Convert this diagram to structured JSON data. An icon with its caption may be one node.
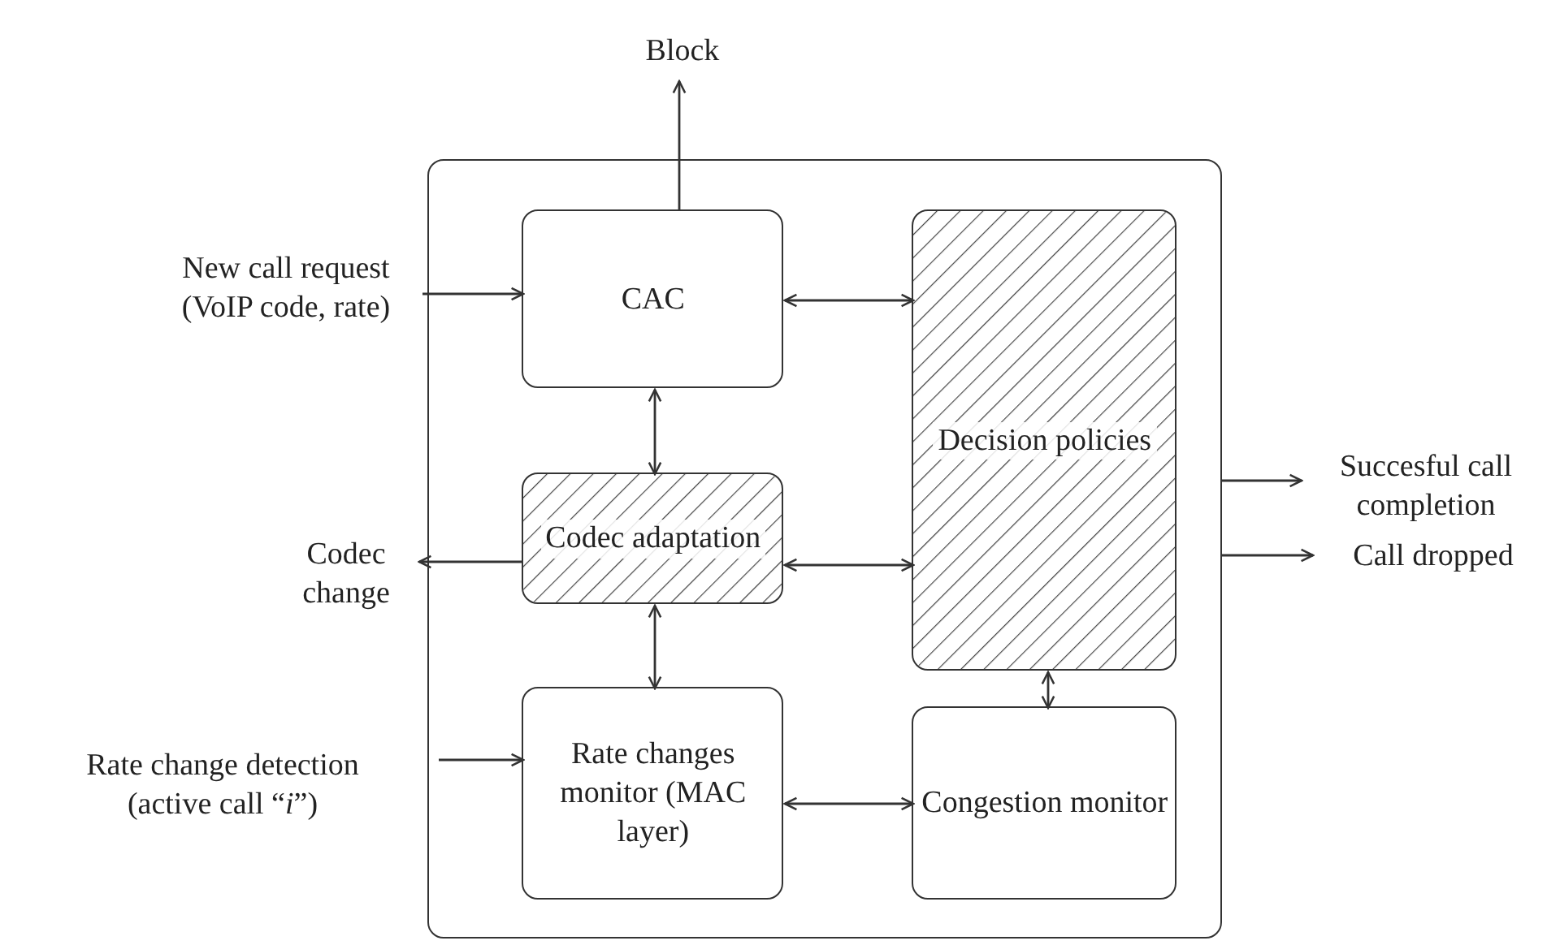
{
  "diagram": {
    "nodes": [
      {
        "text": [
          "Block"
        ]
      },
      {
        "text": [],
        "shape": "box"
      },
      {
        "text": [
          "New call request",
          "(VoIP code, rate)"
        ]
      },
      {
        "text": [
          "CAC"
        ],
        "in": 1
      },
      {
        "text": [
          "Decision policies"
        ],
        "in": 1
      },
      {
        "text": [
          "Succesful call completion"
        ]
      },
      {
        "text": [
          "Codec change"
        ]
      },
      {
        "text": [
          "Codec adaptation"
        ],
        "in": 1
      },
      {
        "text": [
          "Call dropped"
        ]
      },
      {
        "text": [
          "Rate change detection",
          "(active call “*i*”)"
        ]
      },
      {
        "text": [
          "Rate changes monitor (MAC layer)"
        ],
        "in": 1
      },
      {
        "text": [
          "Congestion monitor"
        ],
        "in": 1
      }
    ],
    "edges": [
      {
        "from": 3,
        "to": 0,
        "arrow": "to"
      },
      {
        "from": 2,
        "to": 3,
        "arrow": "to"
      },
      {
        "from": 3,
        "to": 4,
        "arrow": "both"
      },
      {
        "from": 3,
        "to": 7,
        "arrow": "both"
      },
      {
        "from": 7,
        "to": 6,
        "arrow": "to"
      },
      {
        "from": 7,
        "to": 4,
        "arrow": "both"
      },
      {
        "from": 7,
        "to": 10,
        "arrow": "both"
      },
      {
        "from": 9,
        "to": 10,
        "arrow": "to"
      },
      {
        "from": 10,
        "to": 11,
        "arrow": "both"
      },
      {
        "from": 4,
        "to": 11,
        "arrow": "both"
      },
      {
        "from": 1,
        "to": 5,
        "arrow": "to"
      },
      {
        "from": 1,
        "to": 8,
        "arrow": "to"
      }
    ]
  }
}
